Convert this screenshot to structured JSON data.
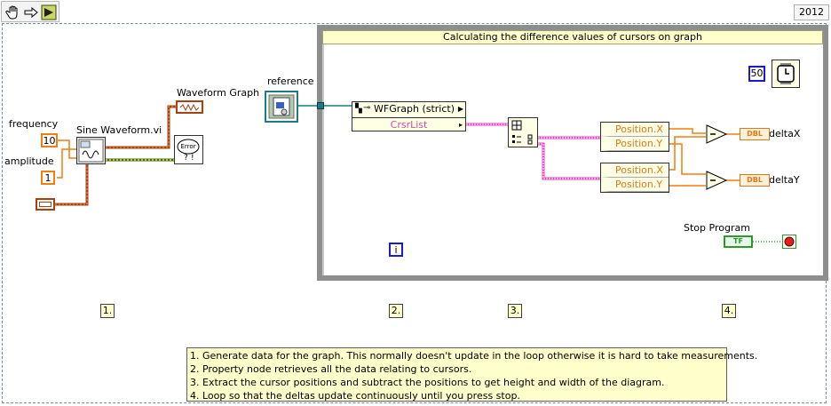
{
  "toolbar": {
    "tools": [
      "hand-icon",
      "arrow-right-icon",
      "run-icon"
    ],
    "version": "2012"
  },
  "loop": {
    "title": "Calculating the difference values of cursors on graph",
    "iteration_label": "i",
    "wait_ms": "50"
  },
  "labels": {
    "waveform_graph": "Waveform Graph",
    "frequency": "frequency",
    "amplitude": "amplitude",
    "sine_vi": "Sine Waveform.vi",
    "reference": "reference",
    "deltaX": "deltaX",
    "deltaY": "deltaY",
    "stop": "Stop Program"
  },
  "constants": {
    "frequency": "10",
    "amplitude": "1"
  },
  "property_node": {
    "title": "WFGraph (strict)",
    "property": "CrsrList"
  },
  "unbundle1": [
    "Position.X",
    "Position.Y"
  ],
  "unbundle2": [
    "Position.X",
    "Position.Y"
  ],
  "dbl_label": "DBL",
  "tf_label": "TF",
  "steps": [
    "1.",
    "2.",
    "3.",
    "4."
  ],
  "notes": [
    "1. Generate data for the graph. This normally doesn't update in the loop otherwise it is hard to take measurements.",
    "2. Property node retrieves all the data relating to cursors.",
    "3. Extract the cursor positions and subtract the positions to get height and width of the diagram.",
    "4. Loop so that the deltas update continuously until you press stop."
  ],
  "colors": {
    "orange": "#f07f10",
    "pink": "#e040c0",
    "brown": "#a84010",
    "green": "#2a9a2a",
    "blue": "#1a1ad0",
    "teal": "#1a7c86"
  }
}
